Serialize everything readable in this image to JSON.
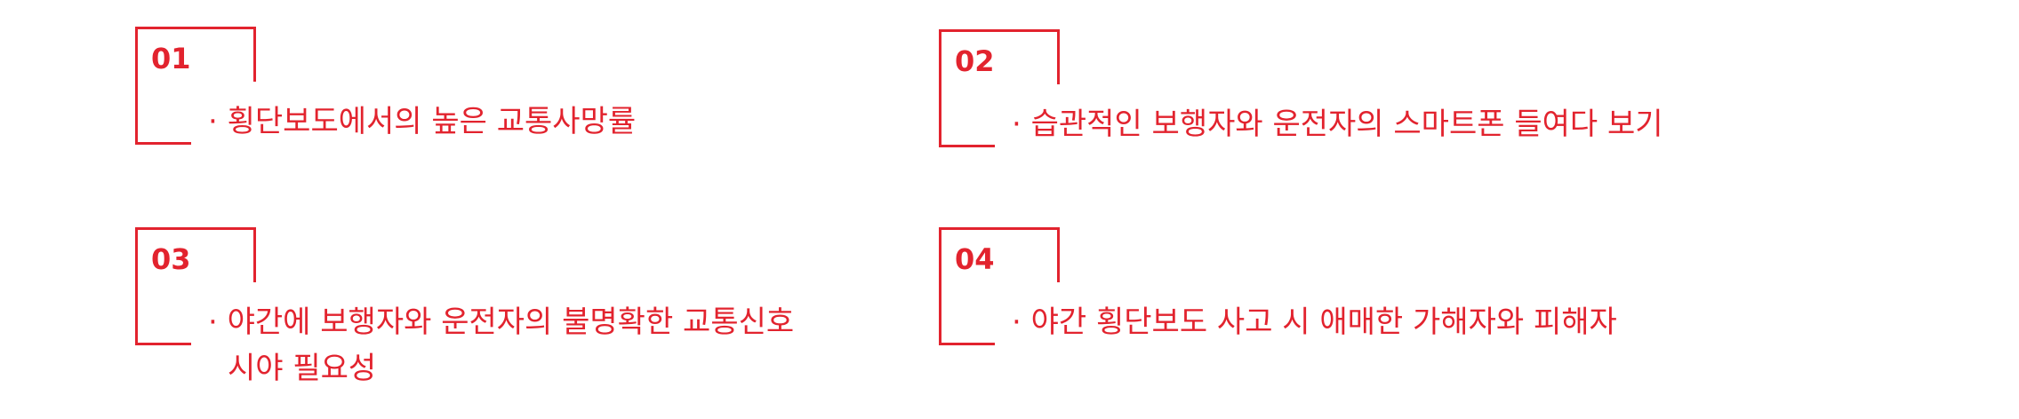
{
  "accent_color": "#e2232e",
  "items": [
    {
      "number": "01",
      "lines": [
        "· 횡단보도에서의 높은 교통사망률"
      ]
    },
    {
      "number": "02",
      "lines": [
        "· 습관적인 보행자와 운전자의 스마트폰 들여다 보기"
      ]
    },
    {
      "number": "03",
      "lines": [
        "· 야간에 보행자와 운전자의 불명확한 교통신호",
        "시야 필요성"
      ]
    },
    {
      "number": "04",
      "lines": [
        "· 야간 횡단보도 사고 시 애매한 가해자와 피해자"
      ]
    }
  ]
}
